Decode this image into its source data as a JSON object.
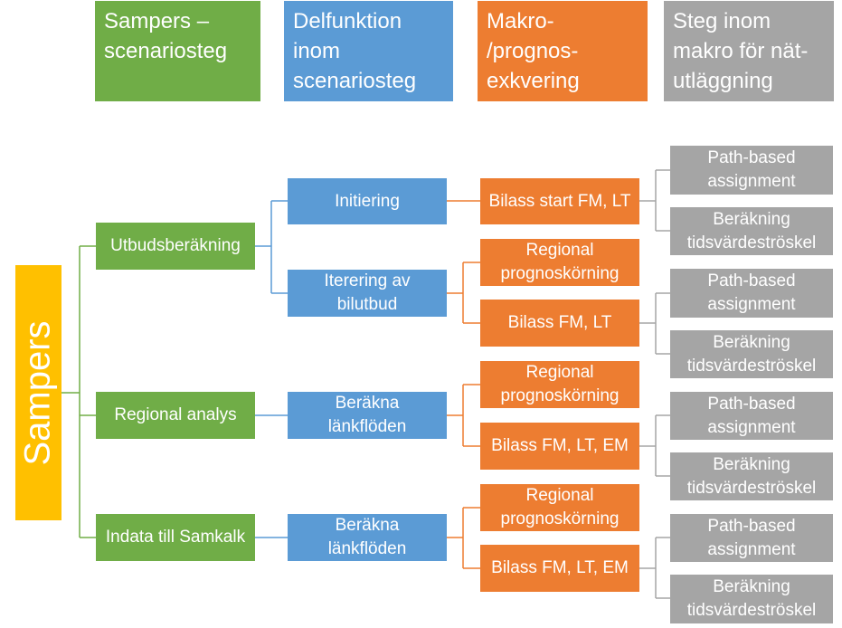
{
  "headers": {
    "level1": "Sampers –\nscenariosteg",
    "level2": "Delfunktion\ninom\nscenariosteg",
    "level3": "Makro-\n/prognos-\nexkvering",
    "level4": "Steg inom\nmakro för nät-\nutläggning"
  },
  "root": {
    "label": "Sampers"
  },
  "scenario_steps": [
    {
      "label": "Utbudsberäkning",
      "subfunctions": [
        {
          "label": "Initiering",
          "macros": [
            {
              "label": "Bilass start FM, LT",
              "steps": [
                "Path-based\nassignment",
                "Beräkning\ntidsvärdeströskel"
              ]
            }
          ]
        },
        {
          "label": "Iterering av\nbilutbud",
          "macros": [
            {
              "label": "Regional\nprognoskörning",
              "steps": []
            },
            {
              "label": "Bilass FM, LT",
              "steps": [
                "Path-based\nassignment",
                "Beräkning\ntidsvärdeströskel"
              ]
            }
          ]
        }
      ]
    },
    {
      "label": "Regional analys",
      "subfunctions": [
        {
          "label": "Beräkna\nlänkflöden",
          "macros": [
            {
              "label": "Regional\nprognoskörning",
              "steps": []
            },
            {
              "label": "Bilass FM, LT, EM",
              "steps": [
                "Path-based\nassignment",
                "Beräkning\ntidsvärdeströskel"
              ]
            }
          ]
        }
      ]
    },
    {
      "label": "Indata till Samkalk",
      "subfunctions": [
        {
          "label": "Beräkna\nlänkflöden",
          "macros": [
            {
              "label": "Regional\nprognoskörning",
              "steps": []
            },
            {
              "label": "Bilass FM, LT, EM",
              "steps": [
                "Path-based\nassignment",
                "Beräkning\ntidsvärdeströskel"
              ]
            }
          ]
        }
      ]
    }
  ],
  "colors": {
    "scenario": "#70ad47",
    "subfunction": "#5b9bd5",
    "macro": "#ed7d31",
    "step": "#a5a5a5",
    "root": "#ffc000"
  }
}
